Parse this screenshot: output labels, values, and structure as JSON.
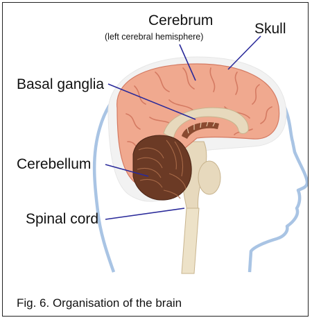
{
  "labels": {
    "cerebrum": "Cerebrum",
    "cerebrum_sub": "(left cerebral hemisphere)",
    "skull": "Skull",
    "basal_ganglia": "Basal ganglia",
    "cerebellum": "Cerebellum",
    "spinal_cord": "Spinal cord"
  },
  "caption": "Fig. 6.  Organisation of the brain",
  "colors": {
    "head_outline": "#a9c4e4",
    "skull": "#f2f2f2",
    "cerebrum": "#f0a98f",
    "cerebrum_sulci": "#d47a62",
    "inner_tan": "#e7d9bd",
    "cerebellum": "#6b3a25",
    "leader_lines": "#2a2a9a"
  }
}
